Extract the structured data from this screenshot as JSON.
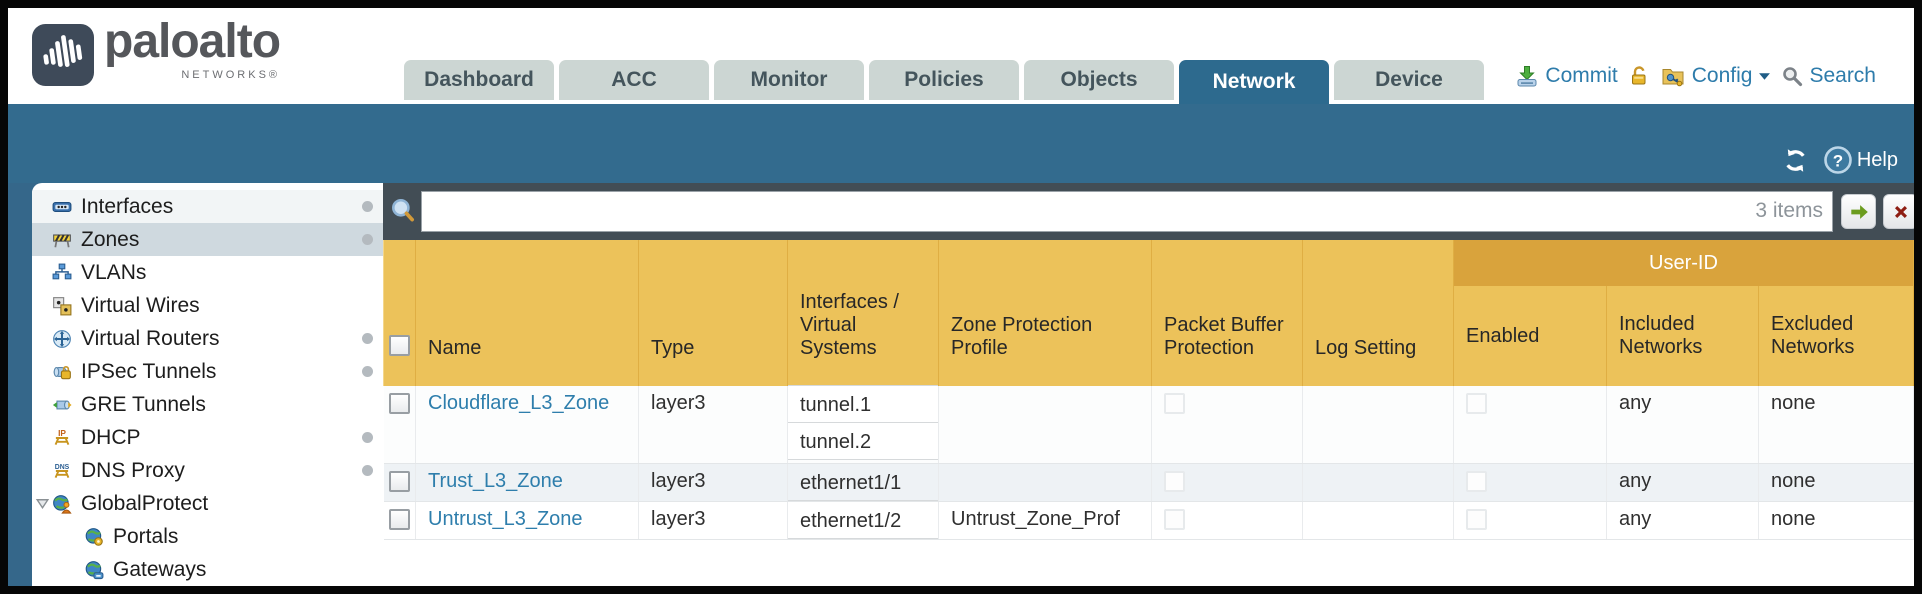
{
  "brand": {
    "name": "paloalto",
    "sub": "NETWORKS®"
  },
  "header": {
    "tabs": [
      {
        "label": "Dashboard",
        "active": false
      },
      {
        "label": "ACC",
        "active": false
      },
      {
        "label": "Monitor",
        "active": false
      },
      {
        "label": "Policies",
        "active": false
      },
      {
        "label": "Objects",
        "active": false
      },
      {
        "label": "Network",
        "active": true
      },
      {
        "label": "Device",
        "active": false
      }
    ],
    "utils": {
      "commit_label": "Commit",
      "config_label": "Config",
      "search_label": "Search"
    }
  },
  "toolbar": {
    "help_label": "Help"
  },
  "sidebar": {
    "items": [
      {
        "label": "Interfaces",
        "icon": "interfaces-icon",
        "dot": true
      },
      {
        "label": "Zones",
        "icon": "zones-icon",
        "dot": true,
        "selected": true
      },
      {
        "label": "VLANs",
        "icon": "vlans-icon",
        "dot": false
      },
      {
        "label": "Virtual Wires",
        "icon": "virtual-wires-icon",
        "dot": false
      },
      {
        "label": "Virtual Routers",
        "icon": "virtual-routers-icon",
        "dot": true
      },
      {
        "label": "IPSec Tunnels",
        "icon": "ipsec-tunnels-icon",
        "dot": true
      },
      {
        "label": "GRE Tunnels",
        "icon": "gre-tunnels-icon",
        "dot": false
      },
      {
        "label": "DHCP",
        "icon": "dhcp-icon",
        "dot": true
      },
      {
        "label": "DNS Proxy",
        "icon": "dns-proxy-icon",
        "dot": true
      },
      {
        "label": "GlobalProtect",
        "icon": "globalprotect-icon",
        "dot": false,
        "expanded": true
      },
      {
        "label": "Portals",
        "icon": "portals-icon",
        "dot": false,
        "child": true
      },
      {
        "label": "Gateways",
        "icon": "gateways-icon",
        "dot": false,
        "child": true
      }
    ]
  },
  "filter": {
    "count": "3 items",
    "value": "",
    "placeholder": ""
  },
  "table": {
    "group_header": "User-ID",
    "columns": [
      "Name",
      "Type",
      "Interfaces / Virtual Systems",
      "Zone Protection Profile",
      "Packet Buffer Protection",
      "Log Setting",
      "Enabled",
      "Included Networks",
      "Excluded Networks"
    ],
    "rows": [
      {
        "name": "Cloudflare_L3_Zone",
        "type": "layer3",
        "interfaces": [
          "tunnel.1",
          "tunnel.2"
        ],
        "zone_protection_profile": "",
        "packet_buffer_protection": false,
        "log_setting": "",
        "user_id_enabled": false,
        "included_networks": "any",
        "excluded_networks": "none"
      },
      {
        "name": "Trust_L3_Zone",
        "type": "layer3",
        "interfaces": [
          "ethernet1/1"
        ],
        "zone_protection_profile": "",
        "packet_buffer_protection": false,
        "log_setting": "",
        "user_id_enabled": false,
        "included_networks": "any",
        "excluded_networks": "none"
      },
      {
        "name": "Untrust_L3_Zone",
        "type": "layer3",
        "interfaces": [
          "ethernet1/2"
        ],
        "zone_protection_profile": "Untrust_Zone_Prof",
        "packet_buffer_protection": false,
        "log_setting": "",
        "user_id_enabled": false,
        "included_networks": "any",
        "excluded_networks": "none"
      }
    ]
  },
  "colors": {
    "teal_band": "#336b8e",
    "active_tab": "#2d6a8e",
    "table_header": "#ecc25a",
    "user_id_band": "#d9a33c",
    "link": "#2e7eac",
    "search_row": "#424d55"
  }
}
